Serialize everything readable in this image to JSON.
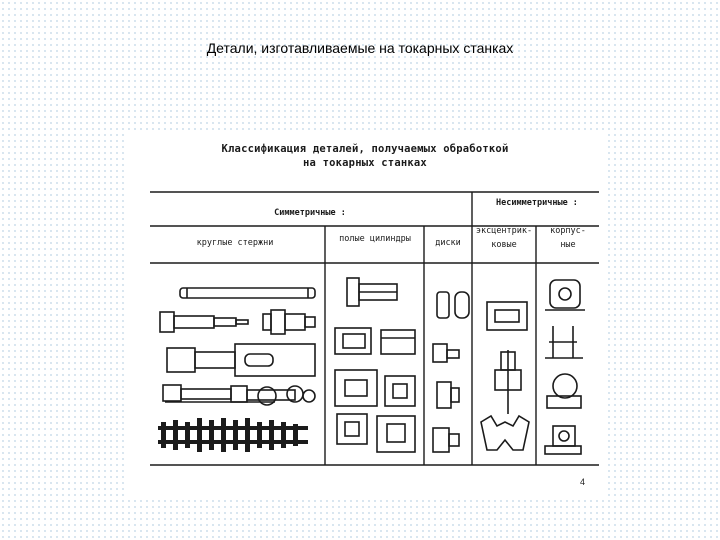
{
  "slide": {
    "title": "Детали, изготавливаемые на токарных станках"
  },
  "figure": {
    "heading_line1": "Классификация деталей, получаемых обработкой",
    "heading_line2": "на токарных станках",
    "group_symmetric": "Симметричные :",
    "group_asymmetric": "Несимметричные :",
    "col_round_rods": "круглые стержни",
    "col_hollow_cylinders": "полые цилиндры",
    "col_disks": "диски",
    "col_eccentric": "эксцентрико-вые",
    "col_eccentric_l1": "эксцентрик-",
    "col_eccentric_l2": "ковые",
    "col_housing_l1": "корпус-",
    "col_housing_l2": "ные",
    "page_number": "4"
  }
}
